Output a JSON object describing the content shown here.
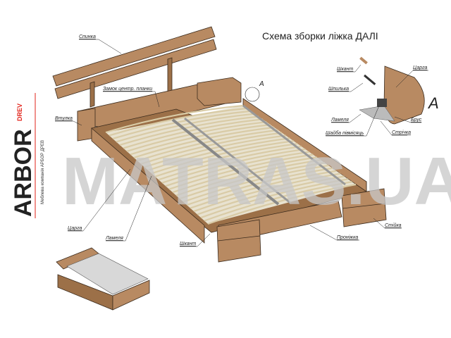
{
  "title": "Схема зборки ліжка ДАЛІ",
  "logo": {
    "brand": "ARBOR",
    "sub": "DREV",
    "tagline": "Меблева компанія АРБОР ДРЕВ"
  },
  "watermark": "MATRAS.UA",
  "labels": {
    "spynka": "Спинка",
    "zamok": "Замок центр. планки",
    "vtulka": "Втулка",
    "tsarga": "Царга",
    "lamelia": "Ламеля",
    "shkant": "Шкант",
    "pronizhka": "Проніжка",
    "stiyka": "Стійка"
  },
  "detail": {
    "marker": "A",
    "shkant": "Шкант",
    "shpylka": "Шпилька",
    "tsarga": "Царга",
    "lamelia": "Ламеля",
    "shaiba": "Шайба півмісяць",
    "strichka": "Стрічка",
    "brus": "Брус"
  }
}
